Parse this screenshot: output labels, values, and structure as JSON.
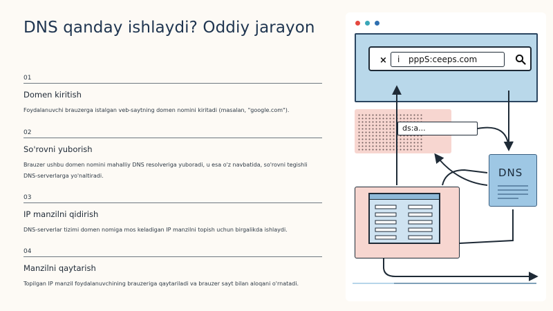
{
  "title": "DNS qanday ishlaydi? Oddiy jarayon",
  "steps": [
    {
      "number": "01",
      "heading": "Domen kiritish",
      "description": "Foydalanuvchi brauzerga istalgan veb-saytning domen nomini kiritadi (masalan, \"google.com\")."
    },
    {
      "number": "02",
      "heading": "So'rovni yuborish",
      "description": "Brauzer ushbu domen nomini mahalliy DNS resolveriga yuboradi, u esa o'z navbatida, so'rovni tegishli DNS-serverlarga yo'naltiradi."
    },
    {
      "number": "03",
      "heading": "IP manzilni qidirish",
      "description": "DNS-serverlar tizimi domen nomiga mos keladigan IP manzilni topish uchun birgalikda ishlaydi."
    },
    {
      "number": "04",
      "heading": "Manzilni qaytarish",
      "description": "Topilgan IP manzil foydalanuvchining brauzeriga qaytariladi va brauzer sayt bilan aloqani o'rnatadi."
    }
  ],
  "diagram": {
    "window_dots": [
      "#e5483f",
      "#3aa7b8",
      "#2f6fb0"
    ],
    "address_bar": {
      "close_glyph": "×",
      "info_glyph": "i",
      "url": "pppS:ceeps.com",
      "search_icon": "search-icon"
    },
    "query_text": "ds:a...",
    "server_label": "DNS"
  },
  "colors": {
    "accent_blue": "#b9d8ea",
    "accent_pink": "#f7d6d0",
    "dns_blue": "#9ec7e4",
    "ink": "#1e2a36"
  }
}
